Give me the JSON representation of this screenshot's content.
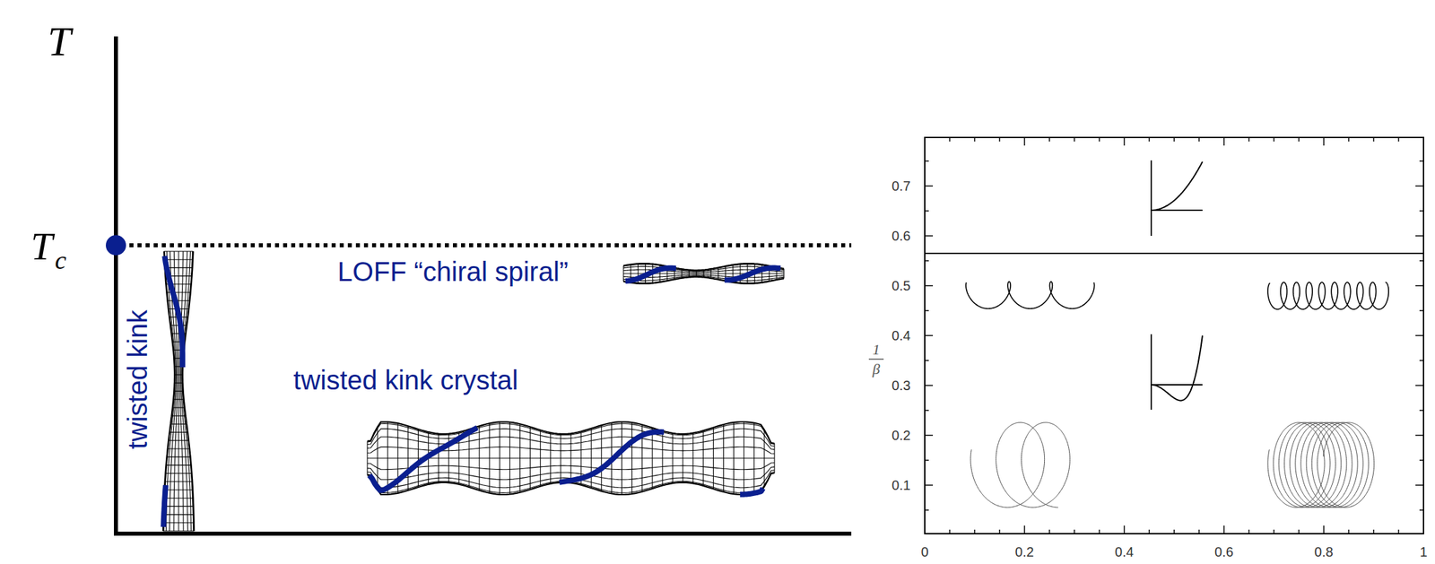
{
  "diagram": {
    "labels": [
      "T",
      "T",
      "c",
      "twisted kink",
      "LOFF “chiral spiral”",
      "twisted kink crystal",
      "0.7",
      "0.6",
      "0.5",
      "0.4",
      "0.3",
      "0.2",
      "0.1",
      "1",
      "β",
      "0",
      "0.2",
      "0.4",
      "0.6",
      "0.8",
      "1"
    ]
  }
}
